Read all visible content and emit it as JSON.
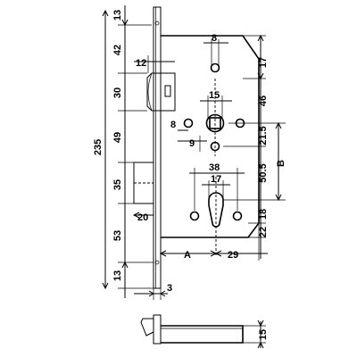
{
  "drawing": {
    "subject": "mortise lock",
    "left_dims": {
      "overall": "235",
      "top_gap": "13",
      "to_latch": "42",
      "latch": "30",
      "latch_to_strike": "49",
      "strike": "35",
      "strike_to_cyl": "53",
      "bottom_gap": "13"
    },
    "inner_dims": {
      "latch_depth": "12",
      "strike_offset": "20",
      "faceplate_thickness": "3"
    },
    "top_dims": {
      "hole_spacing_top": "8",
      "follower_square": "15",
      "hole_spacing_mid": "8",
      "small_offset": "9",
      "cyl_width": "38",
      "cyl_profile": "17"
    },
    "right_dims": {
      "top_edge": "17",
      "to_follower": "46",
      "follower_to_cyl": "21.5",
      "center_distance": "50.5",
      "cyl_lower": "18",
      "bottom_edge": "22",
      "B_label": "B"
    },
    "bottom_dims": {
      "A_label": "A",
      "backset_offset": "29"
    },
    "side_view": {
      "height": "15"
    }
  }
}
